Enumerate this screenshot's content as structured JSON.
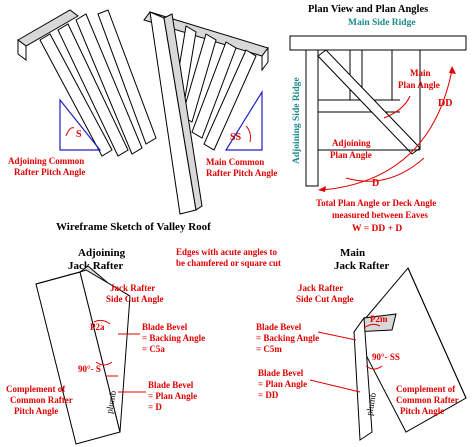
{
  "wireframe": {
    "caption": "Wireframe Sketch of Valley Roof",
    "adjoining_label": [
      "Adjoining Common",
      "Rafter Pitch Angle"
    ],
    "adjoining_symbol": "S",
    "main_label": [
      "Main Common",
      "Rafter Pitch Angle"
    ],
    "main_symbol": "SS"
  },
  "plan": {
    "title": "Plan View and Plan Angles",
    "main_side_ridge": "Main Side Ridge",
    "adjoining_side_ridge": "Adjoining Side Ridge",
    "main_plan_angle": [
      "Main",
      "Plan Angle"
    ],
    "dd": "DD",
    "adjoining_plan_angle": [
      "Adjoining",
      "Plan Angle"
    ],
    "d": "D",
    "total": [
      "Total Plan Angle or Deck Angle",
      "measured between Eaves",
      "W = DD + D"
    ]
  },
  "adjoining_jack": {
    "title": [
      "Adjoining",
      "Jack Rafter"
    ],
    "side_cut": [
      "Jack Rafter",
      "Side Cut Angle"
    ],
    "p2a": "P2a",
    "backing": [
      "Blade Bevel",
      "= Backing Angle",
      "= C5a"
    ],
    "angle_90s": "90°- S",
    "plan": [
      "Blade Bevel",
      "= Plan Angle",
      "= D"
    ],
    "complement": [
      "Complement of",
      "Common Rafter",
      "Pitch Angle"
    ],
    "plumb": "plumb"
  },
  "edges_note": [
    "Edges with acute angles to",
    "be chamfered or square cut"
  ],
  "main_jack": {
    "title": [
      "Main",
      "Jack Rafter"
    ],
    "side_cut": [
      "Jack Rafter",
      "Side Cut Angle"
    ],
    "p2m": "P2m",
    "backing": [
      "Blade Bevel",
      "= Backing Angle",
      "= C5m"
    ],
    "angle_90ss": "90°- SS",
    "plan": [
      "Blade Bevel",
      "= Plan Angle",
      "= DD"
    ],
    "complement": [
      "Complement of",
      "Common Rafter",
      "Pitch Angle"
    ],
    "plumb": "plumb"
  }
}
